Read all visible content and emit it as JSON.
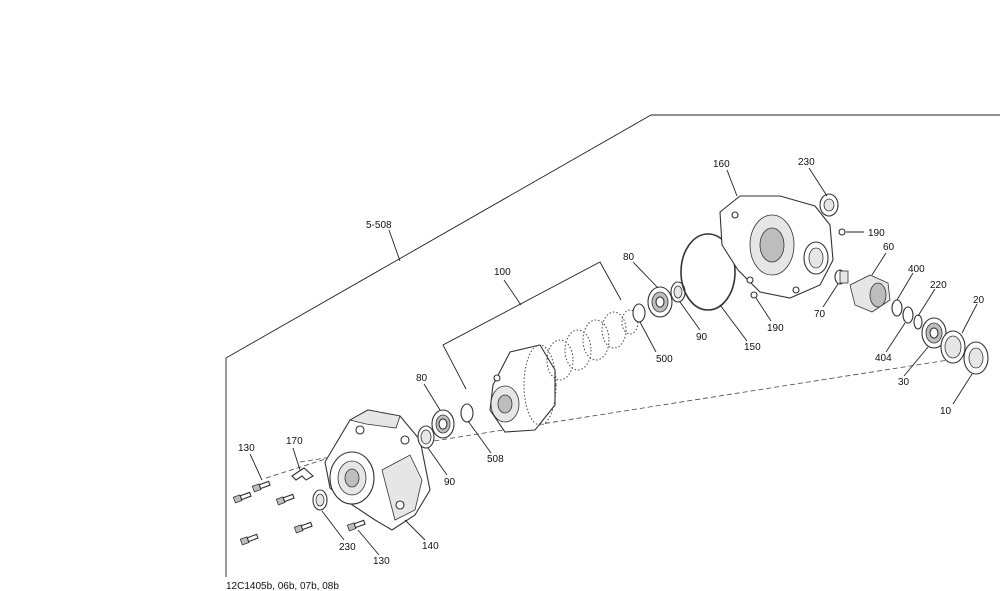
{
  "figure": {
    "reference": "12C1405b, 06b, 07b, 08b",
    "assembly_label": "5-508",
    "group_label": "100"
  },
  "callouts": [
    {
      "id": "c160",
      "text": "160"
    },
    {
      "id": "c230a",
      "text": "230"
    },
    {
      "id": "c190a",
      "text": "190"
    },
    {
      "id": "c60",
      "text": "60"
    },
    {
      "id": "c400",
      "text": "400"
    },
    {
      "id": "c220",
      "text": "220"
    },
    {
      "id": "c20",
      "text": "20"
    },
    {
      "id": "c80a",
      "text": "80"
    },
    {
      "id": "c70",
      "text": "70"
    },
    {
      "id": "c190b",
      "text": "190"
    },
    {
      "id": "c404",
      "text": "404"
    },
    {
      "id": "c30",
      "text": "30"
    },
    {
      "id": "c10",
      "text": "10"
    },
    {
      "id": "c90a",
      "text": "90"
    },
    {
      "id": "c150",
      "text": "150"
    },
    {
      "id": "c500",
      "text": "500"
    },
    {
      "id": "c80b",
      "text": "80"
    },
    {
      "id": "c508",
      "text": "508"
    },
    {
      "id": "c90b",
      "text": "90"
    },
    {
      "id": "c130a",
      "text": "130"
    },
    {
      "id": "c170",
      "text": "170"
    },
    {
      "id": "c230b",
      "text": "230"
    },
    {
      "id": "c140",
      "text": "140"
    },
    {
      "id": "c130b",
      "text": "130"
    }
  ]
}
